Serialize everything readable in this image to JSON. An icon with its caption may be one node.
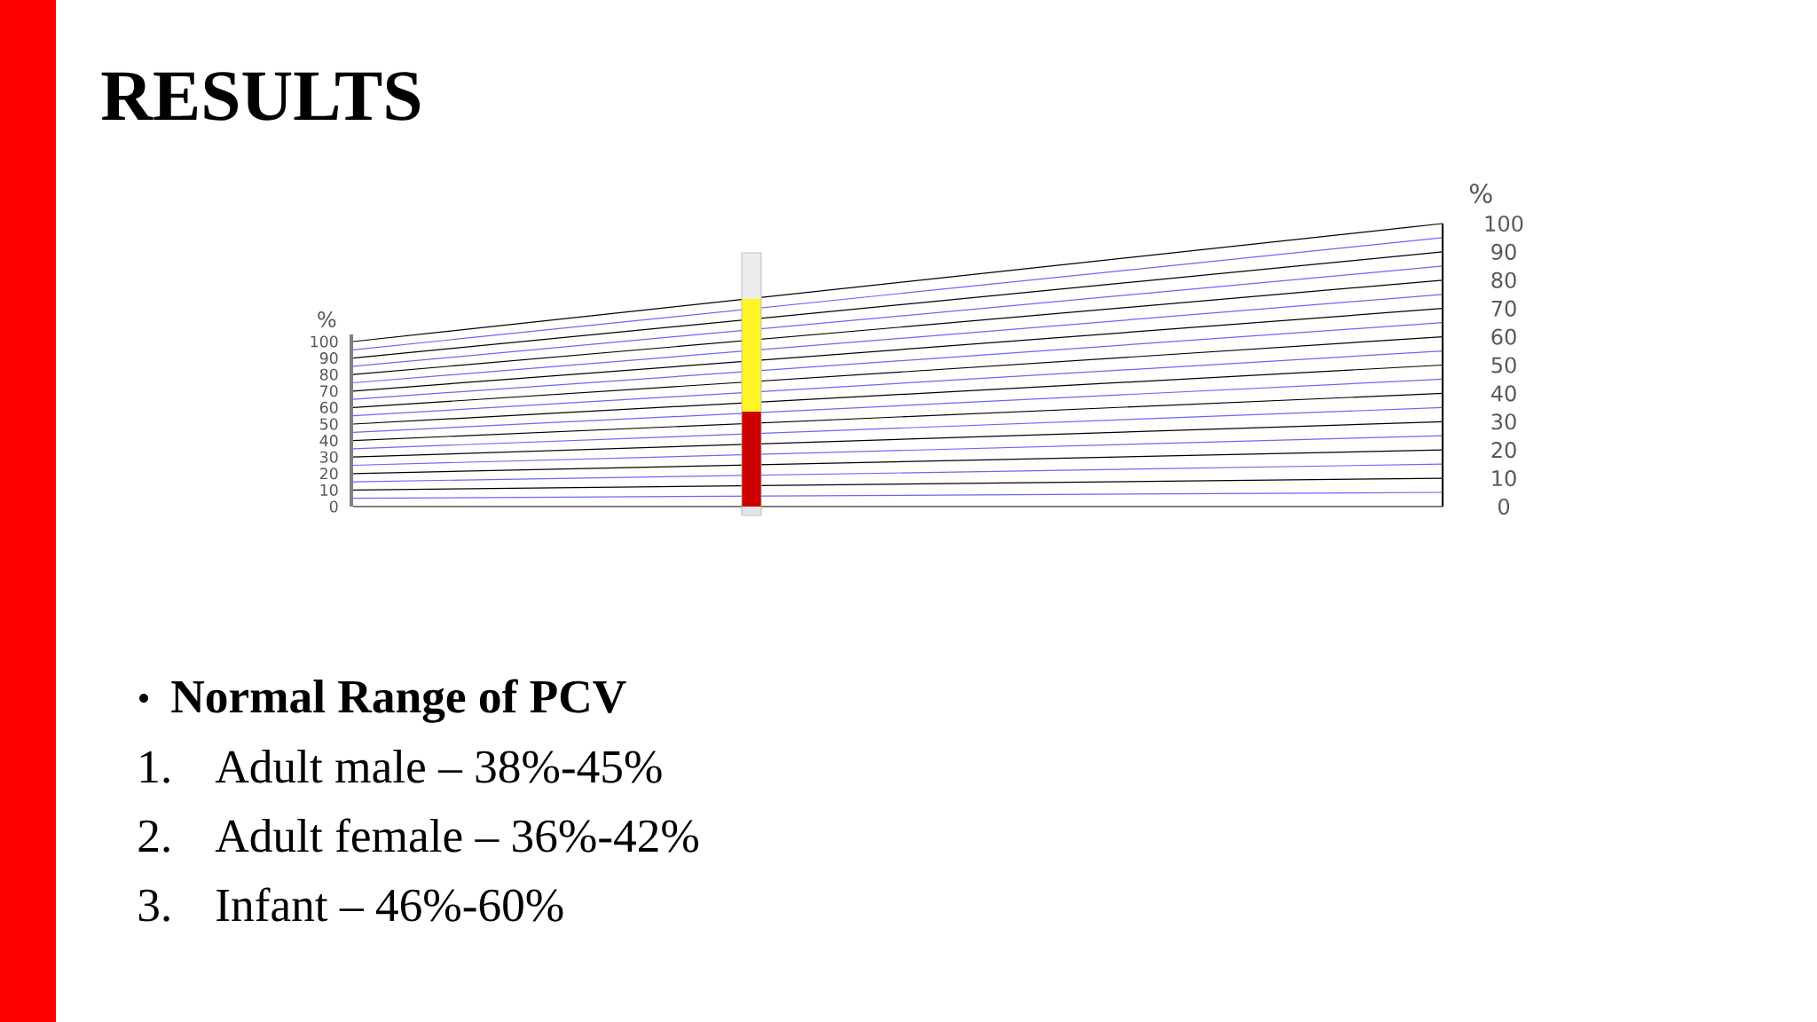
{
  "diagram": {
    "title": "RESULTS",
    "labels": [
      "%",
      "100",
      "90",
      "80",
      "70",
      "60",
      "50",
      "40",
      "30",
      "20",
      "10",
      "0",
      "%",
      "100",
      "90",
      "80",
      "70",
      "60",
      "50",
      "40",
      "30",
      "20",
      "10",
      "0",
      "Normal Range of PCV",
      "1.",
      "Adult male – 38%-45%",
      "2.",
      "Adult female – 36%-42%",
      "3.",
      "Infant – 46%-60%"
    ]
  }
}
